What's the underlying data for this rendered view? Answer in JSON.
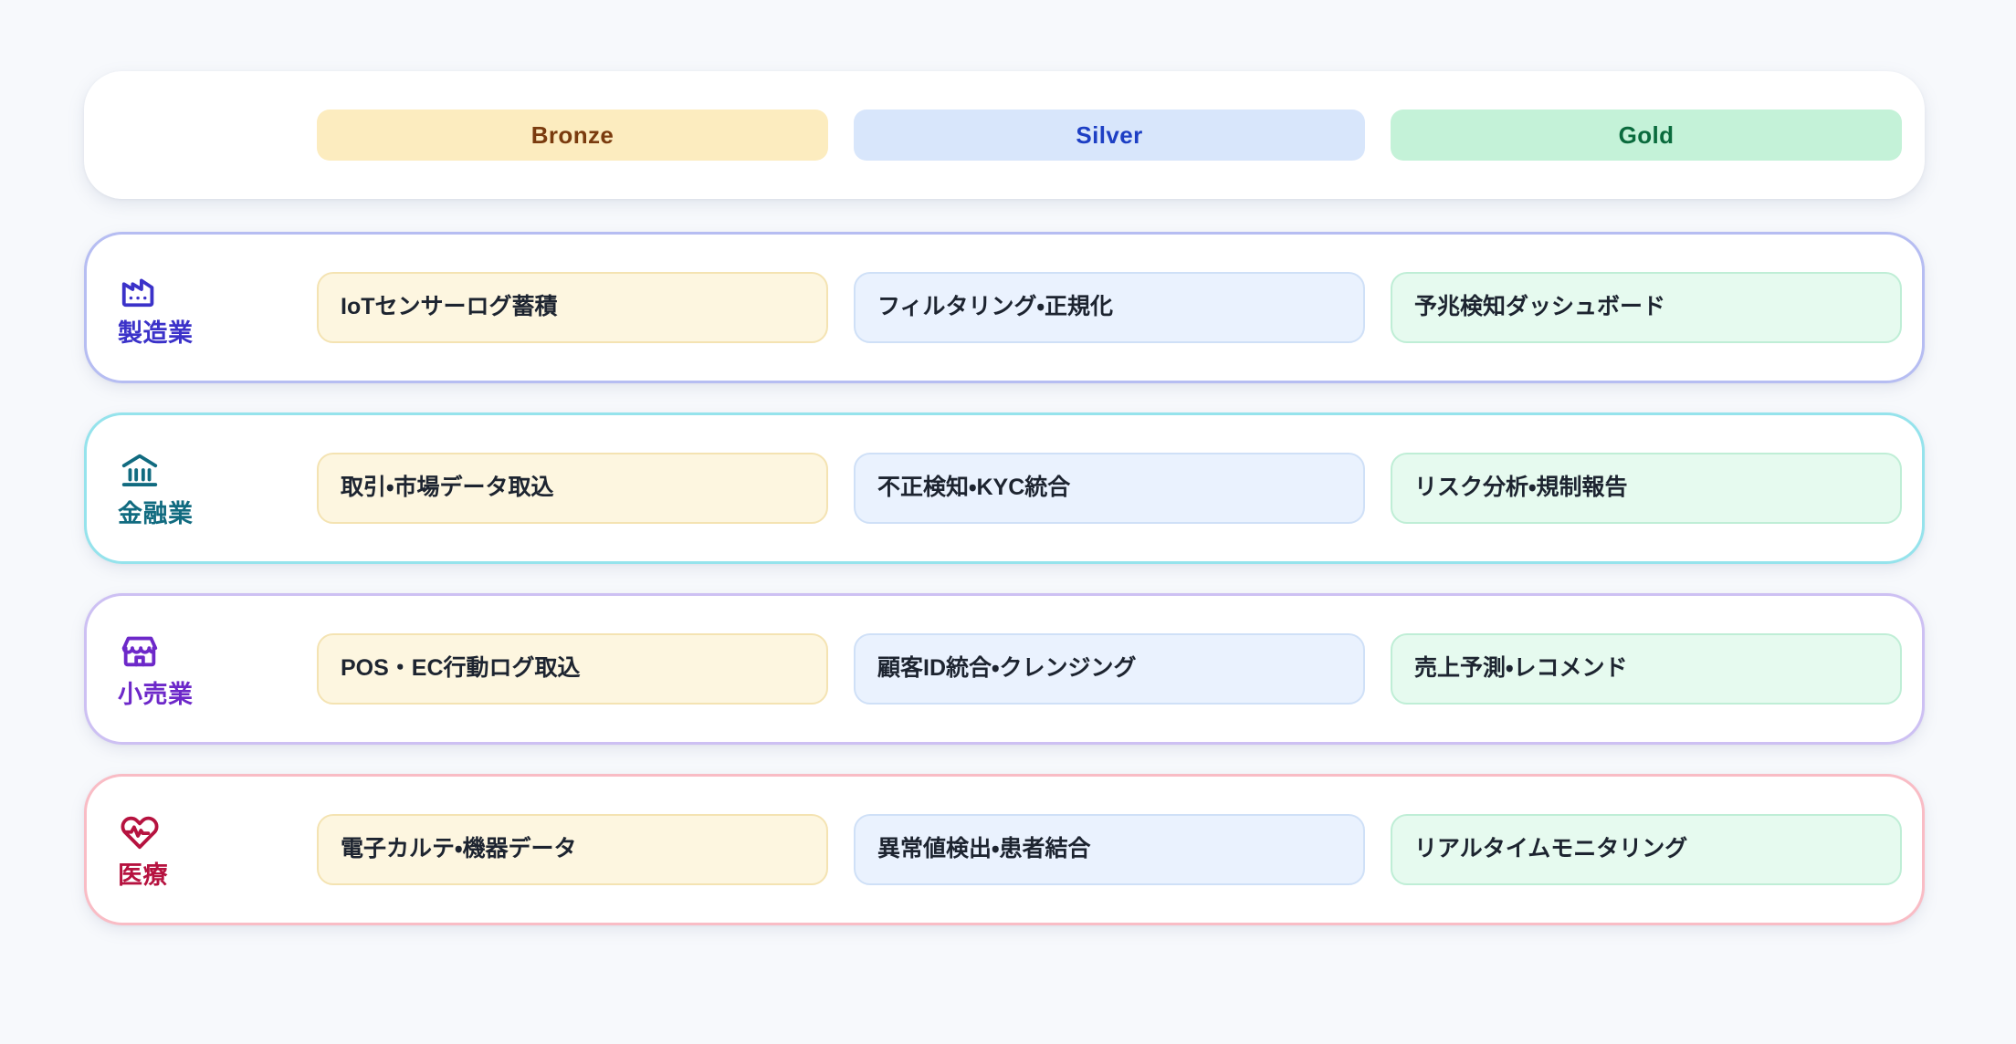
{
  "background": "#f7f9fc",
  "header": {
    "label_column_placeholder": "",
    "tiers": [
      {
        "id": "bronze",
        "label": "Bronze",
        "bg": "#fcecbf",
        "fg": "#7a3b0e"
      },
      {
        "id": "silver",
        "label": "Silver",
        "bg": "#d8e6fb",
        "fg": "#1d3fc4"
      },
      {
        "id": "gold",
        "label": "Gold",
        "bg": "#c4f2d8",
        "fg": "#0a6b3d"
      }
    ]
  },
  "rows": [
    {
      "id": "manufacturing",
      "label": "製造業",
      "icon": "factory-icon",
      "accent": "#b6bdf2",
      "label_color": "#3b32c9",
      "cells": {
        "bronze": "IoTセンサーログ蓄積",
        "silver": "フィルタリング・正規化",
        "gold": "予兆検知ダッシュボード"
      }
    },
    {
      "id": "finance",
      "label": "金融業",
      "icon": "bank-icon",
      "accent": "#95e3ec",
      "label_color": "#116b80",
      "cells": {
        "bronze": "取引・市場データ取込",
        "silver": "不正検知・KYC統合",
        "gold": "リスク分析・規制報告"
      }
    },
    {
      "id": "retail",
      "label": "小売業",
      "icon": "store-icon",
      "accent": "#cdc0f3",
      "label_color": "#6d28c9",
      "cells": {
        "bronze": "POS・EC行動ログ取込",
        "silver": "顧客ID統合・クレンジング",
        "gold": "売上予測・レコメンド"
      }
    },
    {
      "id": "healthcare",
      "label": "医療",
      "icon": "heart-pulse-icon",
      "accent": "#f9bcc5",
      "label_color": "#b6123f",
      "cells": {
        "bronze": "電子カルテ・機器データ",
        "silver": "異常値検出・患者結合",
        "gold": "リアルタイムモニタリング"
      }
    }
  ]
}
